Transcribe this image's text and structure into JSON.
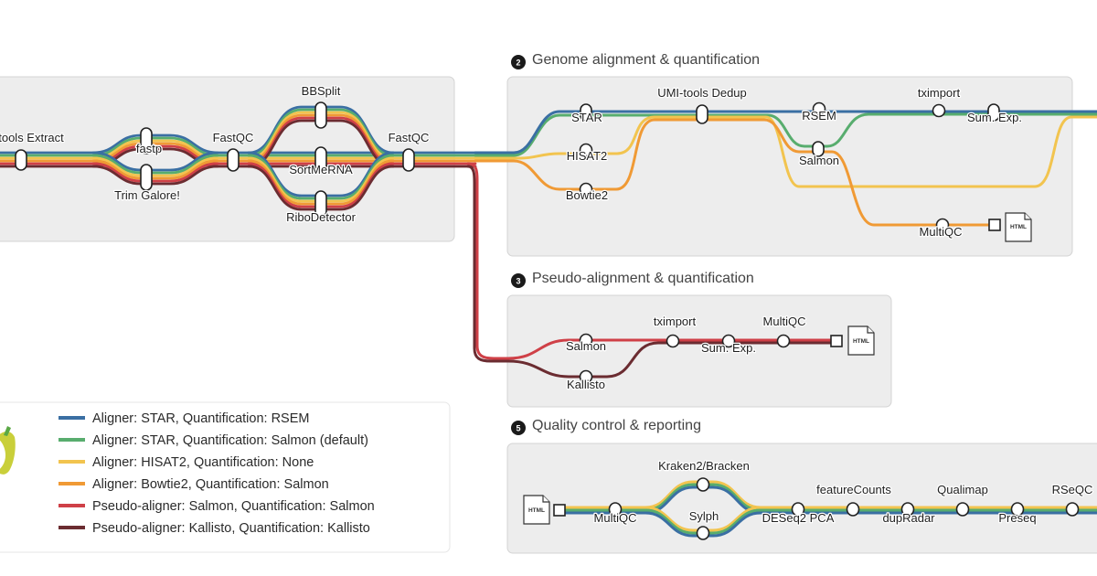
{
  "colors": {
    "star_rsem": "#3a6fa3",
    "star_salmon": "#58ad6e",
    "hisat2": "#f2c44f",
    "bowtie2": "#f09a35",
    "salmon_pseudo": "#cf4047",
    "kallisto": "#6b2c31"
  },
  "sections": {
    "genome": {
      "number": "2",
      "title": "Genome alignment & quantification"
    },
    "pseudo": {
      "number": "3",
      "title": "Pseudo-alignment & quantification"
    },
    "qc": {
      "number": "5",
      "title": "Quality control & reporting"
    }
  },
  "nodes": {
    "umi_extract": "tools Extract",
    "fastp": "fastp",
    "trim_galore": "Trim Galore!",
    "fastqc_1": "FastQC",
    "bbsplit": "BBSplit",
    "sortmerna": "SortMeRNA",
    "ribodetector": "RiboDetector",
    "fastqc_2": "FastQC",
    "star": "STAR",
    "hisat2": "HISAT2",
    "bowtie2": "Bowtie2",
    "umi_dedup": "UMI-tools Dedup",
    "rsem": "RSEM",
    "salmon_quant": "Salmon",
    "tximport": "tximport",
    "sum_exp": "Sum. Exp.",
    "multiqc_genome": "MultiQC",
    "salmon_pseudo": "Salmon",
    "kallisto": "Kallisto",
    "tximport_pseudo": "tximport",
    "sum_exp_pseudo": "Sum. Exp.",
    "multiqc_pseudo": "MultiQC",
    "multiqc_qc": "MultiQC",
    "kraken": "Kraken2/Bracken",
    "sylph": "Sylph",
    "deseq2": "DESeq2 PCA",
    "featurecounts": "featureCounts",
    "dupradar": "dupRadar",
    "qualimap": "Qualimap",
    "preseq": "Preseq",
    "rseqc": "RSeQC"
  },
  "html_icon": "HTML",
  "legend": {
    "items": [
      {
        "label": "Aligner: STAR, Quantification: RSEM",
        "color": "#3a6fa3"
      },
      {
        "label": "Aligner: STAR, Quantification: Salmon (default)",
        "color": "#58ad6e"
      },
      {
        "label": "Aligner: HISAT2, Quantification: None",
        "color": "#f2c44f"
      },
      {
        "label": "Aligner: Bowtie2, Quantification: Salmon",
        "color": "#f09a35"
      },
      {
        "label": "Pseudo-aligner: Salmon, Quantification: Salmon",
        "color": "#cf4047"
      },
      {
        "label": "Pseudo-aligner: Kallisto, Quantification: Kallisto",
        "color": "#6b2c31"
      }
    ]
  }
}
